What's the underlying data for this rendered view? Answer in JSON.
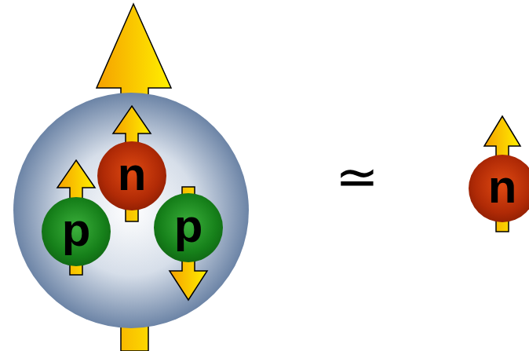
{
  "diagram": {
    "nodes": [
      {
        "text": [
          "n"
        ]
      },
      {
        "text": [
          "p"
        ]
      },
      {
        "text": [
          "p"
        ]
      },
      {
        "text": [
          "n"
        ]
      }
    ],
    "labels": [
      "≃"
    ]
  }
}
